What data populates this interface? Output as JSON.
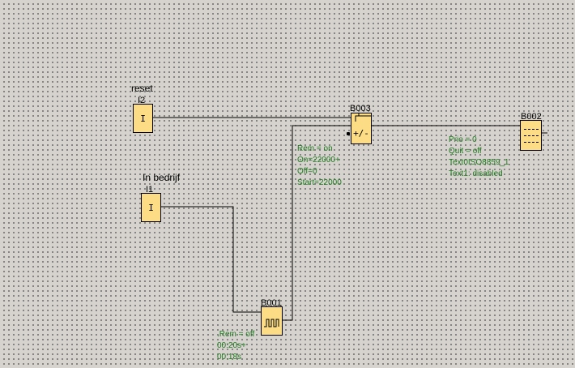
{
  "inputs": [
    {
      "title": "reset",
      "id": "I2",
      "symbol": "I"
    },
    {
      "title": "In bedrijf",
      "id": "I1",
      "symbol": "I"
    }
  ],
  "blocks": {
    "b001": {
      "id": "B001",
      "params": [
        ".Rem = off",
        "00:20s+",
        "00:18s"
      ]
    },
    "b003": {
      "id": "B003",
      "symbol": "+/-",
      "params": [
        "Rem = on",
        "On=22000+",
        "Off=0",
        "Start=22000"
      ]
    },
    "b002": {
      "id": "B002",
      "symbol": "---",
      "params": [
        "Prio = 0",
        "Quit = off",
        "Text0ISO8859_1",
        "Text1: disabled"
      ]
    }
  },
  "colors": {
    "block_fill": "#fddc86",
    "param_text": "#1f7a1f",
    "wire": "#000000",
    "background": "#d6d3ce"
  }
}
